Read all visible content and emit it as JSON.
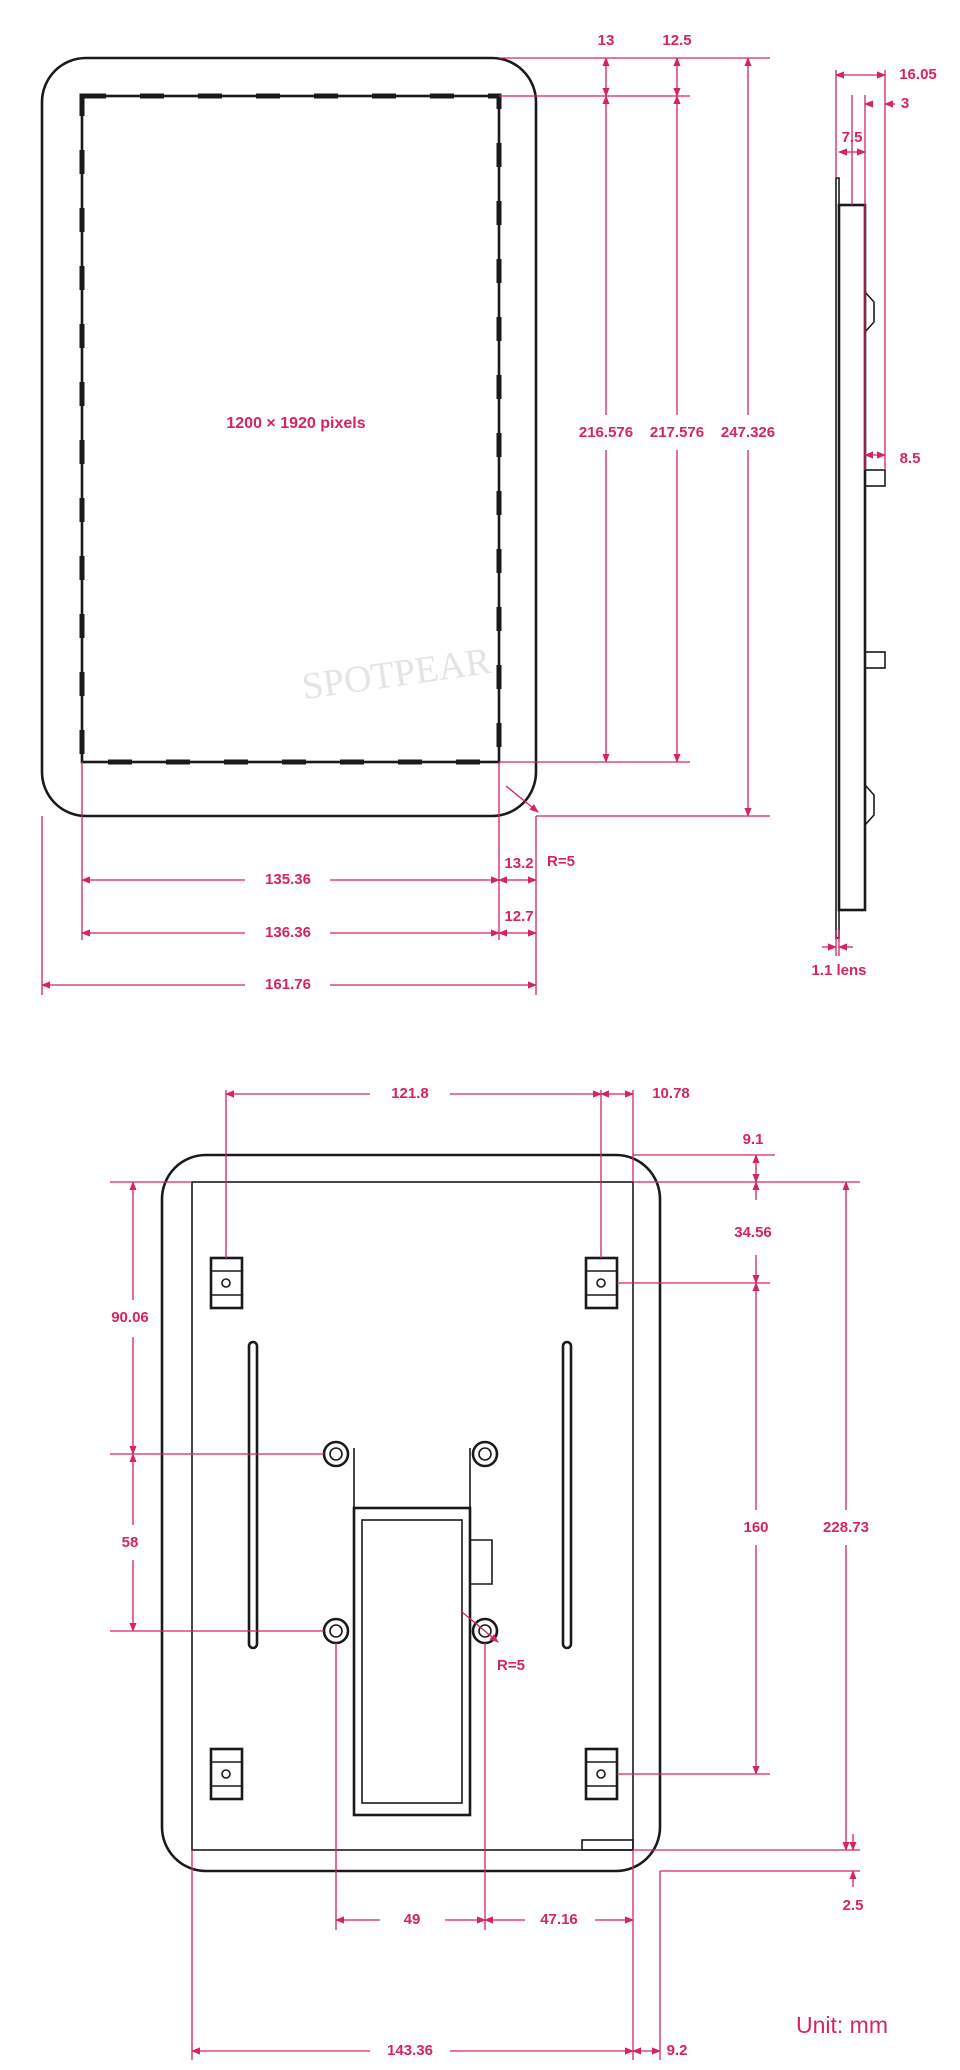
{
  "front_view": {
    "resolution_text": "1200 × 1920 pixels",
    "dims": {
      "top_13": "13",
      "top_12_5": "12.5",
      "h_216_576": "216.576",
      "h_217_576": "217.576",
      "h_247_326": "247.326",
      "w_135_36": "135.36",
      "w_136_36": "136.36",
      "w_161_76": "161.76",
      "r_13_2": "13.2",
      "r_12_7": "12.7",
      "radius": "R=5"
    }
  },
  "side_view": {
    "dims": {
      "d_16_05": "16.05",
      "d_3": "3",
      "d_7_5": "7.5",
      "d_8_5": "8.5",
      "lens": "1.1 lens"
    }
  },
  "back_view": {
    "dims": {
      "w_121_8": "121.8",
      "w_10_78": "10.78",
      "v_9_1": "9.1",
      "v_34_56": "34.56",
      "v_90_06": "90.06",
      "v_58": "58",
      "v_160": "160",
      "v_228_73": "228.73",
      "v_2_5": "2.5",
      "w_49": "49",
      "w_47_16": "47.16",
      "w_143_36": "143.36",
      "w_9_2": "9.2",
      "radius": "R=5"
    }
  },
  "watermark": "SPOTPEAR",
  "unit_label": "Unit: mm",
  "colors": {
    "dimension": "#d6245f",
    "outline": "#1a1a1a"
  }
}
